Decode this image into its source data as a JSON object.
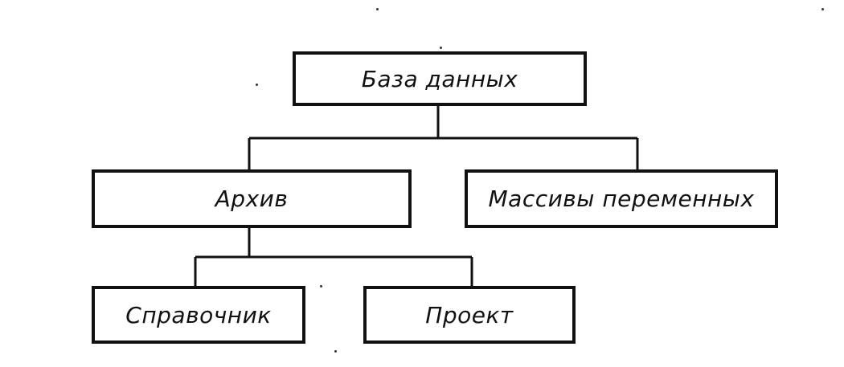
{
  "diagram": {
    "root": {
      "label": "База данных"
    },
    "level1": [
      {
        "label": "Архив"
      },
      {
        "label": "Массивы переменных"
      }
    ],
    "level2": [
      {
        "label": "Справочник"
      },
      {
        "label": "Проект"
      }
    ]
  },
  "colors": {
    "line": "#111111",
    "background": "#ffffff"
  }
}
